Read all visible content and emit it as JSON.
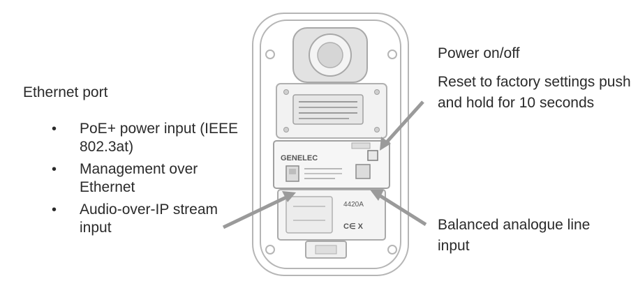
{
  "ethernet": {
    "title": "Ethernet port",
    "items": [
      "PoE+ power input (IEEE 802.3at)",
      "Management over Ethernet",
      "Audio-over-IP stream input"
    ]
  },
  "power": {
    "label": "Power on/off",
    "reset": "Reset to factory settings push and hold for 10 seconds"
  },
  "balanced": {
    "label": "Balanced analogue line input"
  },
  "device": {
    "brand": "GENELEC",
    "model": "4420A",
    "mark": "C∈ X"
  },
  "colors": {
    "arrow": "#9a9a9a",
    "outline": "#b5b5b5",
    "text": "#2a2a2a"
  }
}
